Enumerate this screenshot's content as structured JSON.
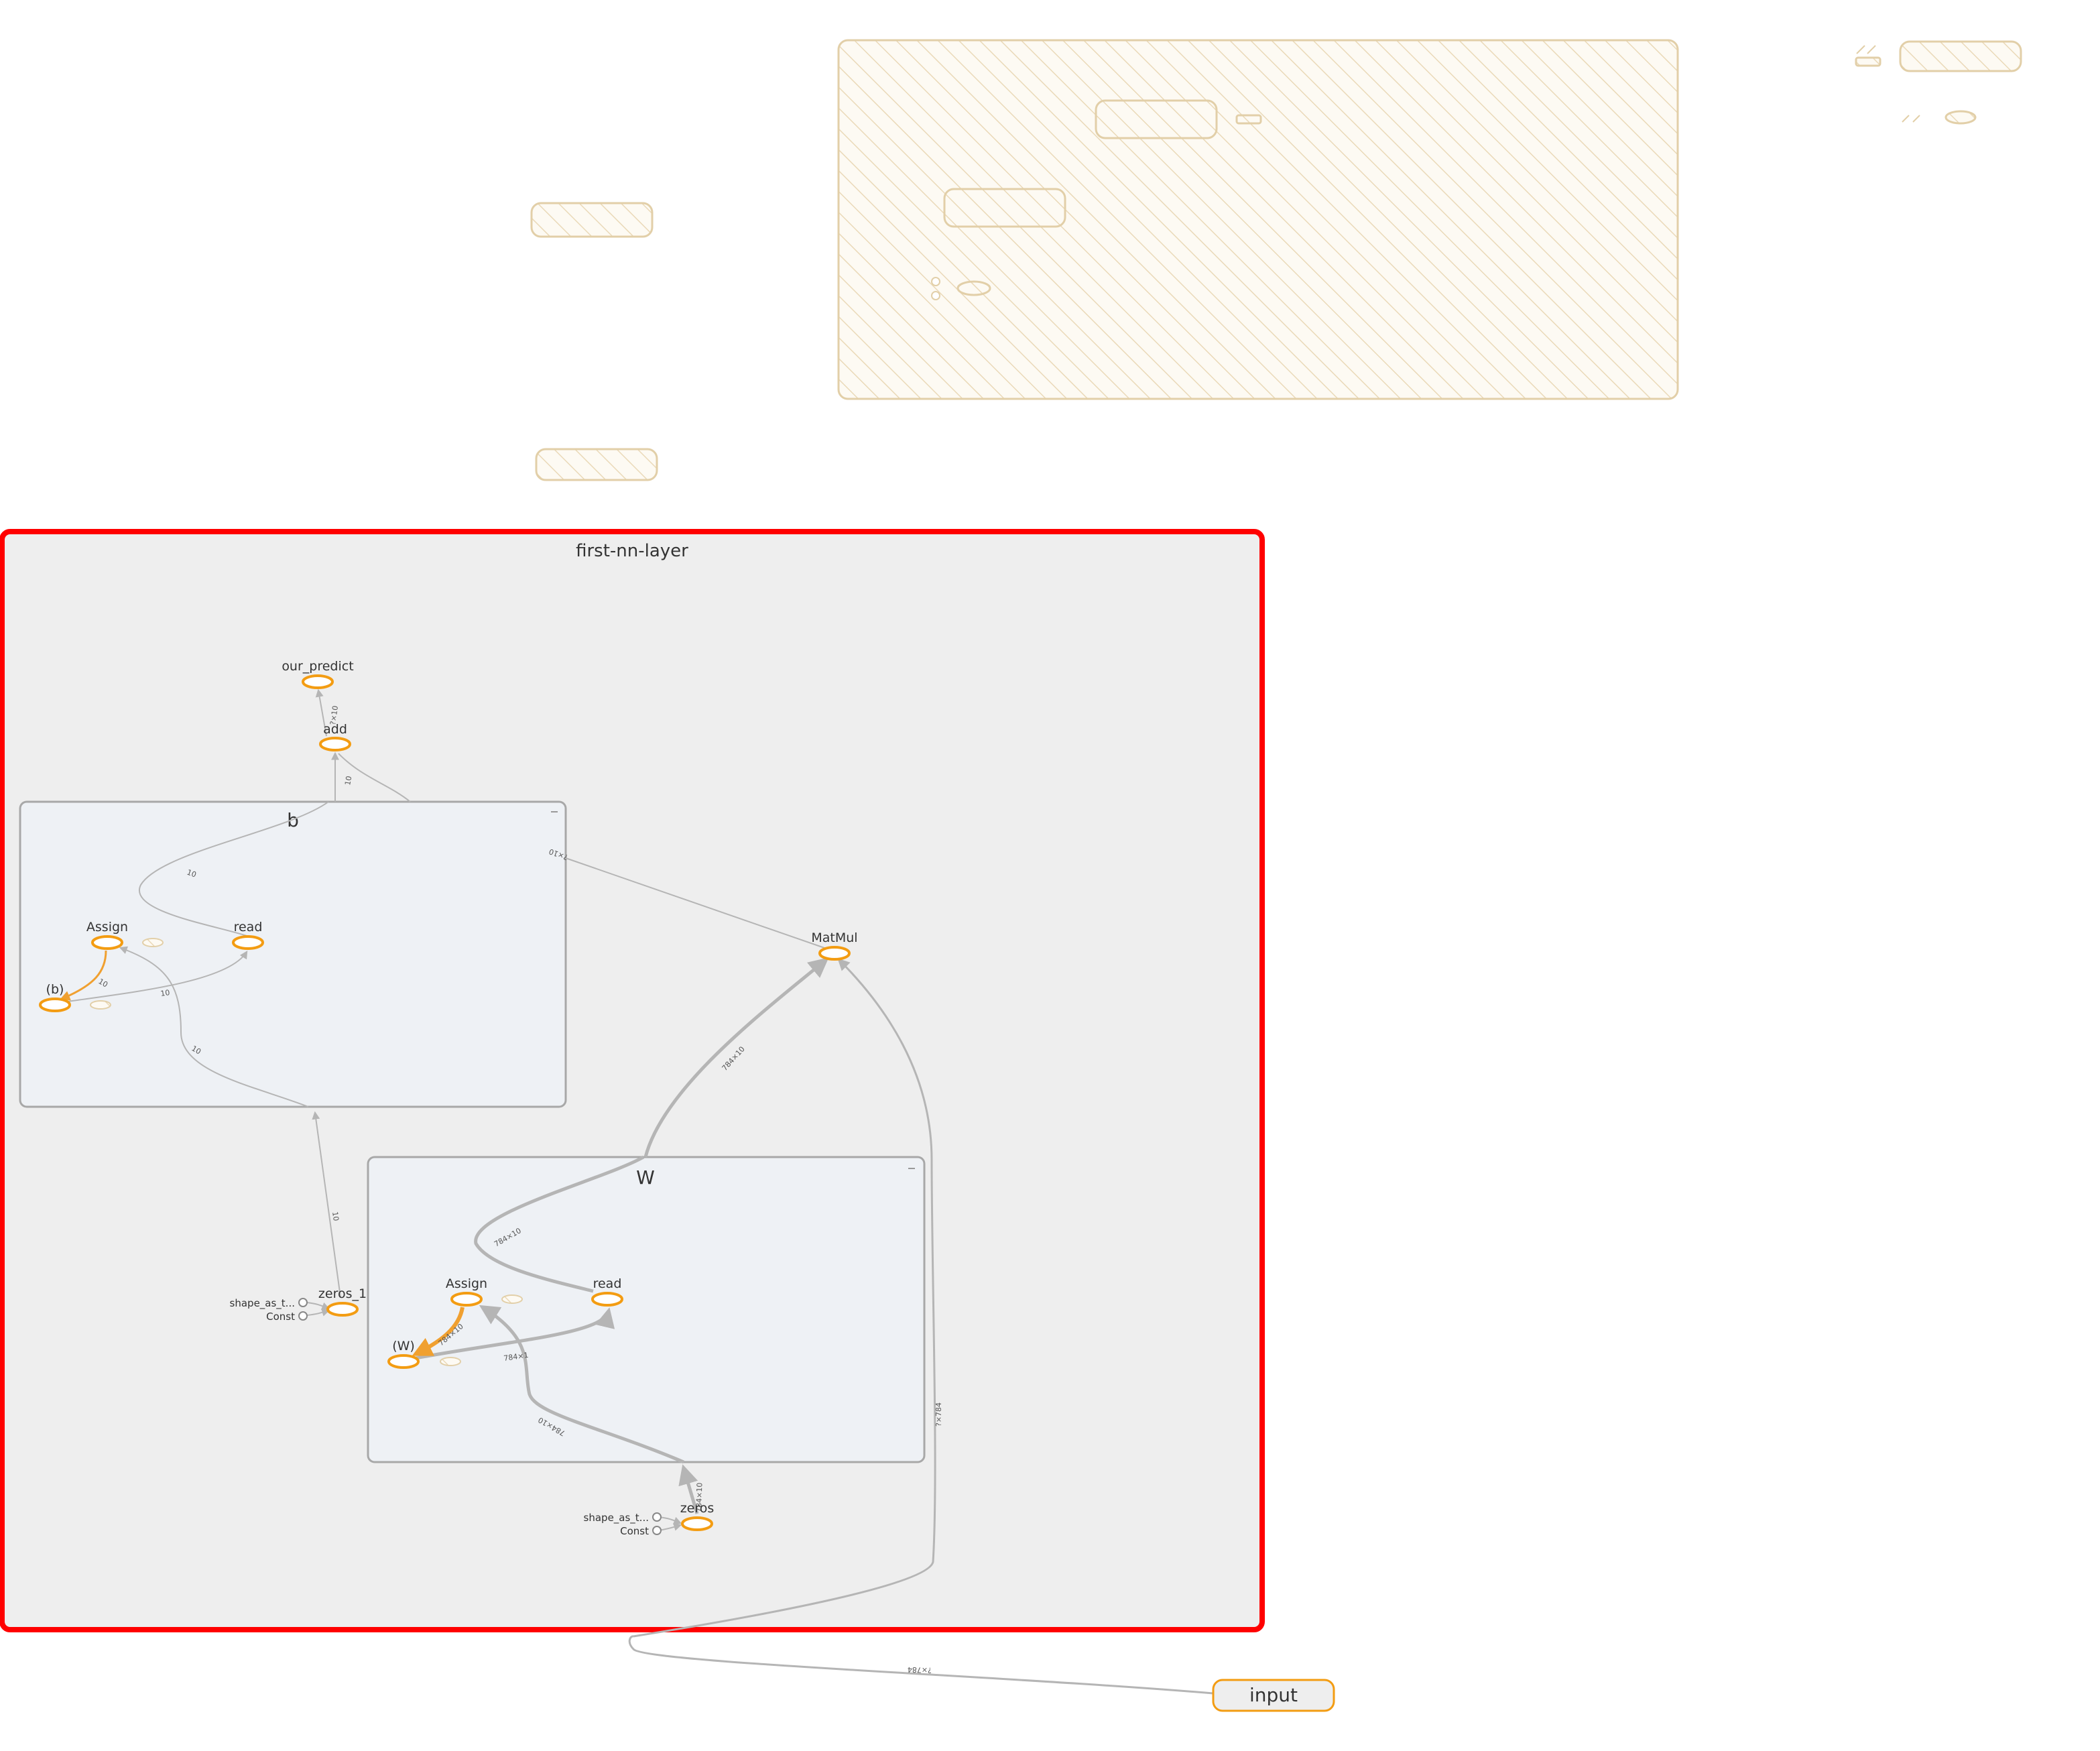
{
  "graph": {
    "scope": {
      "title": "first-nn-layer"
    },
    "input": {
      "label": "input"
    },
    "nodes": {
      "our_predict": "our_predict",
      "add": "add",
      "matmul": "MatMul",
      "zeros_1": "zeros_1",
      "zeros": "zeros"
    },
    "b_group": {
      "title": "b",
      "assign": "Assign",
      "read": "read",
      "var": "(b)"
    },
    "w_group": {
      "title": "W",
      "assign": "Assign",
      "read": "read",
      "var": "(W)"
    },
    "const_labels": {
      "shape_a": "shape_as_t...",
      "const_a": "Const",
      "shape_b": "shape_as_t...",
      "const_b": "Const"
    },
    "edge_labels": {
      "predict_add": "?×10",
      "add_in": "10",
      "b_out": "10",
      "b_read_in": "10",
      "b_assign_var": "10",
      "b_assign_in": "10",
      "zeros1_b": "10",
      "matmul_add": "?×10",
      "w_matmul": "784×10",
      "w_read_out": "784×10",
      "w_assign_var": "784×10",
      "w_read_in": "784×1",
      "w_assign_in": "784×10",
      "zeros_w": "784×10",
      "input_matmul": "?×784",
      "input_in": "?×784"
    },
    "colors": {
      "scope_fill": "#eeeeee",
      "scope_border": "#ff0000",
      "group_fill": "#eef1f5",
      "op_stroke": "#f39c12",
      "edge": "#b5b5b5",
      "hatch": "#e2cfa8"
    }
  }
}
